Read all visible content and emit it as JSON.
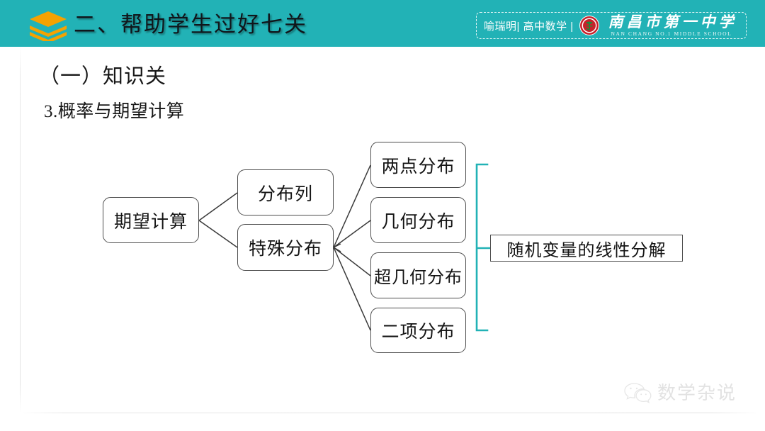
{
  "header": {
    "title": "二、帮助学生过好七关",
    "icon": "layers-icon",
    "badge": {
      "author_line": "喻瑞明| 高中数学 |",
      "logo": "school-seal-icon",
      "school_cn": "南昌市第一中学",
      "school_en": "NAN CHANG NO.1 MIDDLE SCHOOL"
    },
    "bg_color": "#22b2b6",
    "icon_color": "#f5a201"
  },
  "content": {
    "heading_1": "（一）知识关",
    "heading_2": "3.概率与期望计算"
  },
  "diagram": {
    "root": "期望计算",
    "branches": [
      "分布列",
      "特殊分布"
    ],
    "special_children": [
      "两点分布",
      "几何分布",
      "超几何分布",
      "二项分布"
    ],
    "bracket_label": "随机变量的线性分解",
    "bracket_color": "#22b2b6",
    "node_border_color": "#4d4d4d"
  },
  "watermark": {
    "icon": "wechat-icon",
    "text": "数学杂说"
  }
}
